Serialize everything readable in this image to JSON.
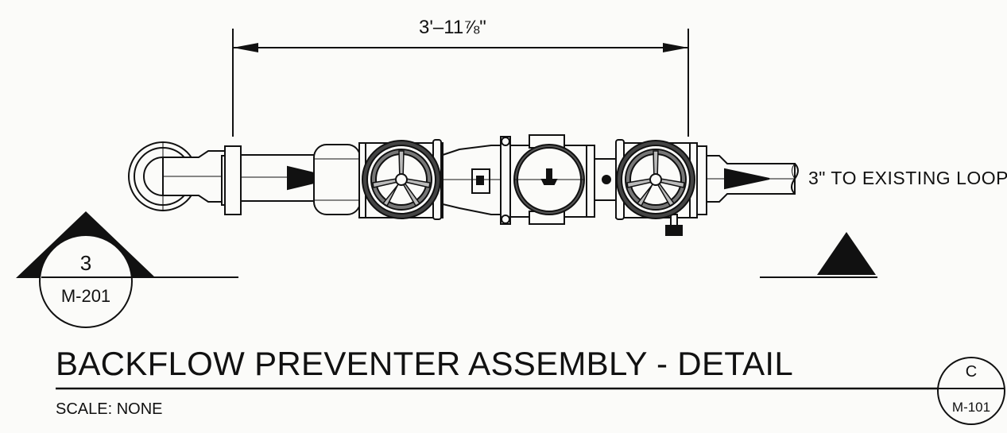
{
  "drawing": {
    "dimension_label": "3'–11⅞\"",
    "pipe_note": "3\" TO EXISTING LOOP",
    "section_tag": {
      "number": "3",
      "sheet": "M-201"
    },
    "title": "BACKFLOW PREVENTER ASSEMBLY - DETAIL",
    "scale_label": "SCALE: NONE",
    "detail_reference": {
      "letter": "C",
      "sheet": "M-101"
    }
  }
}
